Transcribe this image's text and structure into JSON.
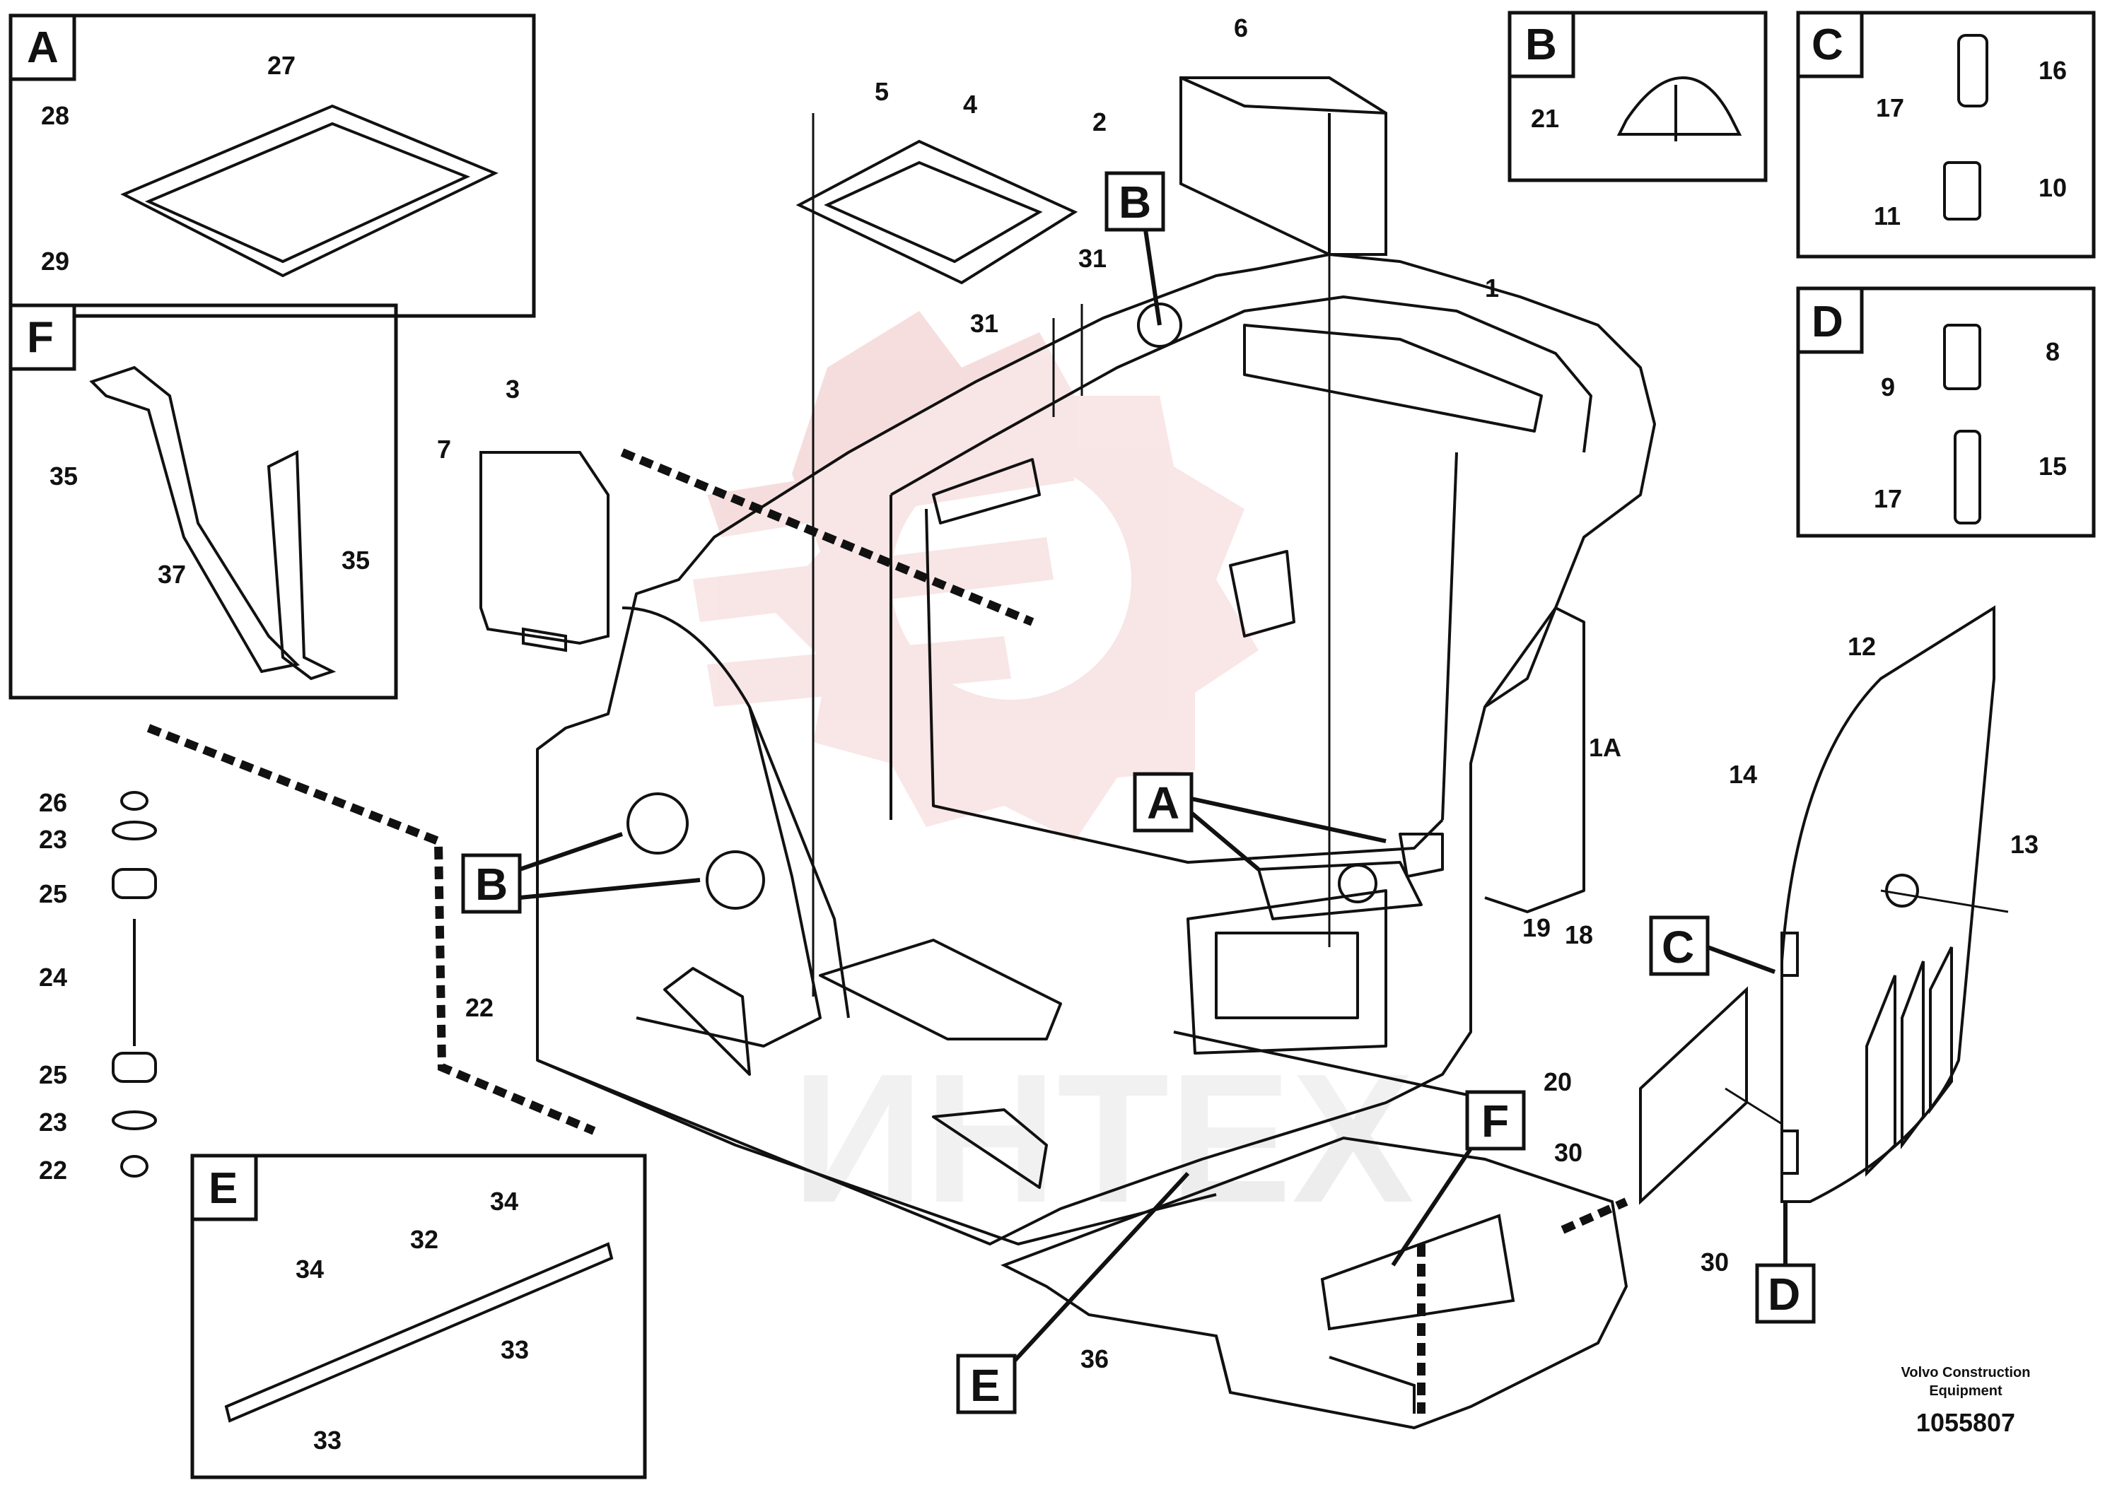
{
  "detail_boxes": [
    {
      "id": "A",
      "parts": [
        "27",
        "28",
        "29"
      ]
    },
    {
      "id": "B",
      "parts": [
        "21"
      ]
    },
    {
      "id": "C",
      "parts": [
        "16",
        "17",
        "10",
        "11"
      ]
    },
    {
      "id": "D",
      "parts": [
        "8",
        "9",
        "15",
        "17"
      ]
    },
    {
      "id": "F",
      "parts": [
        "35",
        "37",
        "35"
      ]
    },
    {
      "id": "E",
      "parts": [
        "34",
        "32",
        "34",
        "33",
        "33"
      ]
    }
  ],
  "main_labels": [
    "1",
    "1A",
    "2",
    "3",
    "4",
    "5",
    "6",
    "7",
    "12",
    "13",
    "14",
    "18",
    "19",
    "20",
    "22",
    "23",
    "24",
    "25",
    "26",
    "30",
    "31",
    "36"
  ],
  "callouts": [
    "A",
    "B",
    "B",
    "C",
    "D",
    "E",
    "F"
  ],
  "footer": {
    "maker_line1": "Volvo Construction",
    "maker_line2": "Equipment",
    "drawing_number": "1055807"
  },
  "watermark_text": "ИНТЕХ",
  "colors": {
    "line": "#111111",
    "watermark": "#e8a0a0",
    "background": "#ffffff"
  },
  "icons": [
    "cab-floor-frame",
    "floor-mat-grate",
    "grommet-plug",
    "hinge-pin",
    "clamp-strap",
    "rubber-mount",
    "step-bar",
    "side-cover-panel",
    "storage-tray"
  ]
}
